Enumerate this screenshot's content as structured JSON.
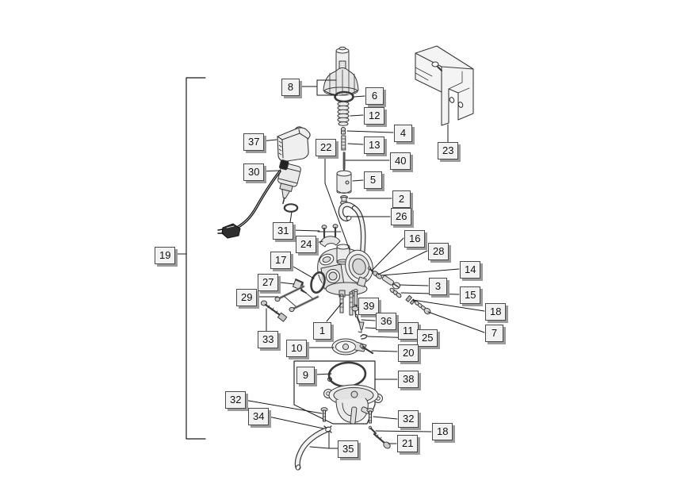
{
  "diagram": {
    "kind": "exploded-parts-diagram",
    "colors": {
      "background": "#ffffff",
      "line_art": "#3a3a3a",
      "leader_line": "#1a1a1a",
      "label_background": "#f2f2f2",
      "label_border": "#4a4a4a",
      "label_shadow": "#9b9b9b",
      "fill_light": "#ececec",
      "fill_mid": "#d8d8d8",
      "wire_black": "#1c1c1c"
    }
  },
  "callouts": [
    {
      "num": "8"
    },
    {
      "num": "6"
    },
    {
      "num": "12"
    },
    {
      "num": "4"
    },
    {
      "num": "13"
    },
    {
      "num": "40"
    },
    {
      "num": "5"
    },
    {
      "num": "2"
    },
    {
      "num": "26"
    },
    {
      "num": "23"
    },
    {
      "num": "37"
    },
    {
      "num": "30"
    },
    {
      "num": "22"
    },
    {
      "num": "19"
    },
    {
      "num": "31"
    },
    {
      "num": "24"
    },
    {
      "num": "16"
    },
    {
      "num": "28"
    },
    {
      "num": "14"
    },
    {
      "num": "17"
    },
    {
      "num": "27"
    },
    {
      "num": "3"
    },
    {
      "num": "15"
    },
    {
      "num": "29"
    },
    {
      "num": "18"
    },
    {
      "num": "7"
    },
    {
      "num": "39"
    },
    {
      "num": "33"
    },
    {
      "num": "36"
    },
    {
      "num": "11"
    },
    {
      "num": "1"
    },
    {
      "num": "25"
    },
    {
      "num": "10"
    },
    {
      "num": "20"
    },
    {
      "num": "9"
    },
    {
      "num": "38"
    },
    {
      "num": "32"
    },
    {
      "num": "34"
    },
    {
      "num": "32"
    },
    {
      "num": "18"
    },
    {
      "num": "21"
    },
    {
      "num": "35"
    }
  ]
}
